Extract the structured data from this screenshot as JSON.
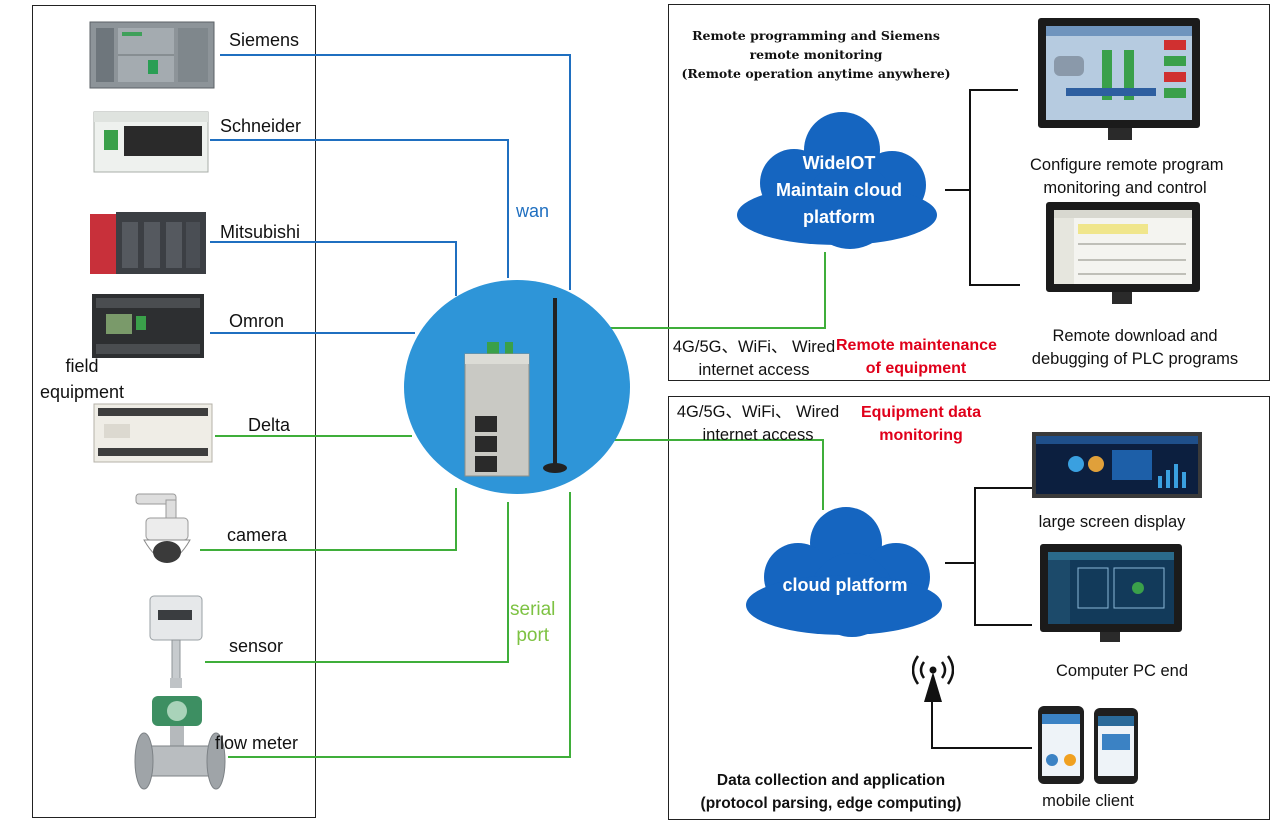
{
  "left_panel": {
    "title": "field\nequipment",
    "devices": [
      {
        "id": "siemens",
        "label": "Siemens",
        "link": "wan"
      },
      {
        "id": "schneider",
        "label": "Schneider",
        "link": "wan"
      },
      {
        "id": "mitsubishi",
        "label": "Mitsubishi",
        "link": "wan"
      },
      {
        "id": "omron",
        "label": "Omron",
        "link": "wan"
      },
      {
        "id": "delta",
        "label": "Delta",
        "link": "serial"
      },
      {
        "id": "camera",
        "label": "camera",
        "link": "serial"
      },
      {
        "id": "sensor",
        "label": "sensor",
        "link": "serial"
      },
      {
        "id": "flowmeter",
        "label": "flow meter",
        "link": "serial"
      }
    ]
  },
  "center": {
    "wan_label": "wan",
    "serial_label": "serial\nport",
    "device": "gateway-router-icon"
  },
  "top_panel": {
    "header": "Remote programming and Siemens\nremote monitoring\n(Remote operation anytime anywhere)",
    "cloud_label": "WideIOT\nMaintain cloud\nplatform",
    "access": "4G/5G、WiFi、 Wired\ninternet access",
    "function": "Remote maintenance\nof equipment",
    "monitor1_caption": "Configure remote program\nmonitoring and control",
    "monitor2_caption": "Remote download and\ndebugging of PLC programs"
  },
  "bottom_panel": {
    "access": "4G/5G、WiFi、 Wired\ninternet access",
    "function": "Equipment data\nmonitoring",
    "cloud_label": "cloud platform",
    "screen1_caption": "large screen display",
    "screen2_caption": "Computer PC end",
    "mobile_caption": "mobile client",
    "footer": "Data collection and application\n(protocol parsing, edge computing)"
  },
  "colors": {
    "wan_line": "#1f6fc0",
    "serial_line": "#3fae3a",
    "serial_text": "#7dc242",
    "wan_text": "#1f6fc0",
    "cloud": "#1565c0",
    "hub": "#2e95d8",
    "red_text": "#e0001a"
  }
}
